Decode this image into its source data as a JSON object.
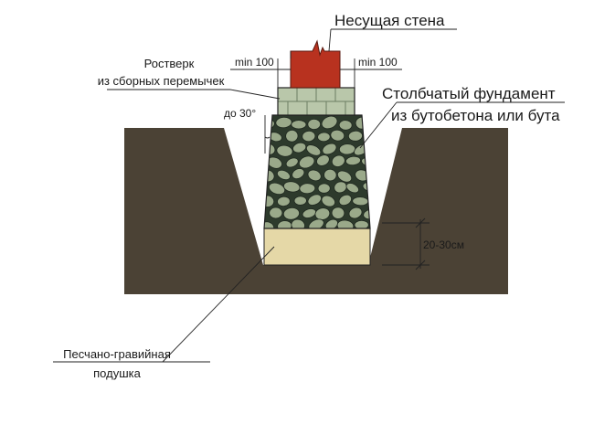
{
  "labels": {
    "wall": "Несущая стена",
    "grillage_line1": "Ростверк",
    "grillage_line2": "из сборных перемычек",
    "min_left": "min 100",
    "min_right": "min 100",
    "foundation_line1": "Столбчатый фундамент",
    "foundation_line2": "из бутобетона или бута",
    "angle": "до 30°",
    "cushion_depth": "20-30см",
    "cushion_line1": "Песчано-гравийная",
    "cushion_line2": "подушка"
  },
  "colors": {
    "soil": "#4b4235",
    "wall": "#b8321f",
    "grillage": "#b9c7aa",
    "rubble_bg": "#2d3a2c",
    "stone": "#9aa98a",
    "sand": "#e5d8a7",
    "line": "#222222"
  }
}
